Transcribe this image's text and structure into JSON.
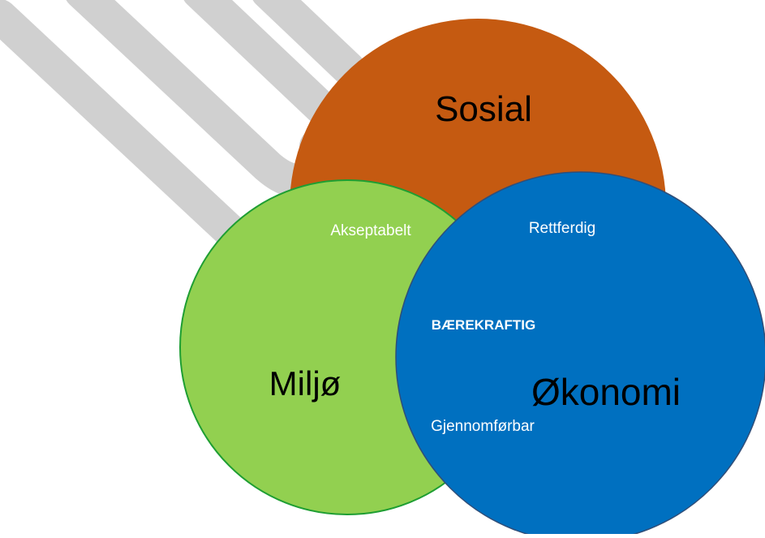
{
  "diagram": {
    "circles": {
      "social": {
        "label": "Sosial",
        "fill": "#C55A11"
      },
      "environment": {
        "label": "Miljø",
        "fill": "#92D050",
        "stroke": "#1E9E32"
      },
      "economy": {
        "label": "Økonomi",
        "fill": "#0070C0",
        "stroke": "#2F4E79"
      }
    },
    "overlaps": {
      "social_environment": "Akseptabelt",
      "social_economy": "Rettferdig",
      "environment_economy": "Gjennomførbar",
      "center": "BÆREKRAFTIG"
    },
    "label_color_inner": "#ffffff",
    "label_color_outer": "#000000",
    "decoration_color": "#D0D0D0"
  }
}
